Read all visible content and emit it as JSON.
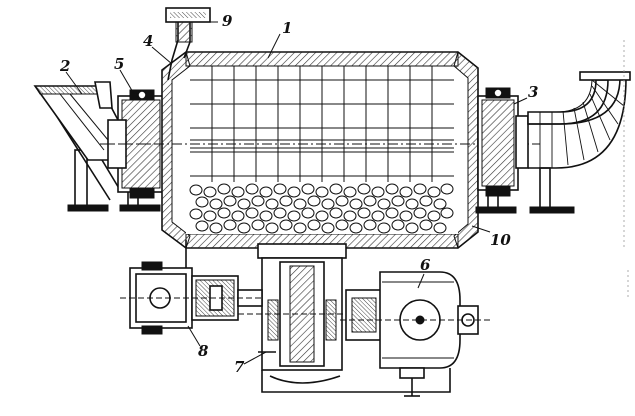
{
  "figure": {
    "callouts": [
      "1",
      "2",
      "3",
      "4",
      "5",
      "6",
      "7",
      "8",
      "9",
      "10"
    ]
  },
  "colors": {
    "ink": "#111111",
    "paper": "#ffffff",
    "hatch": "#333333"
  }
}
